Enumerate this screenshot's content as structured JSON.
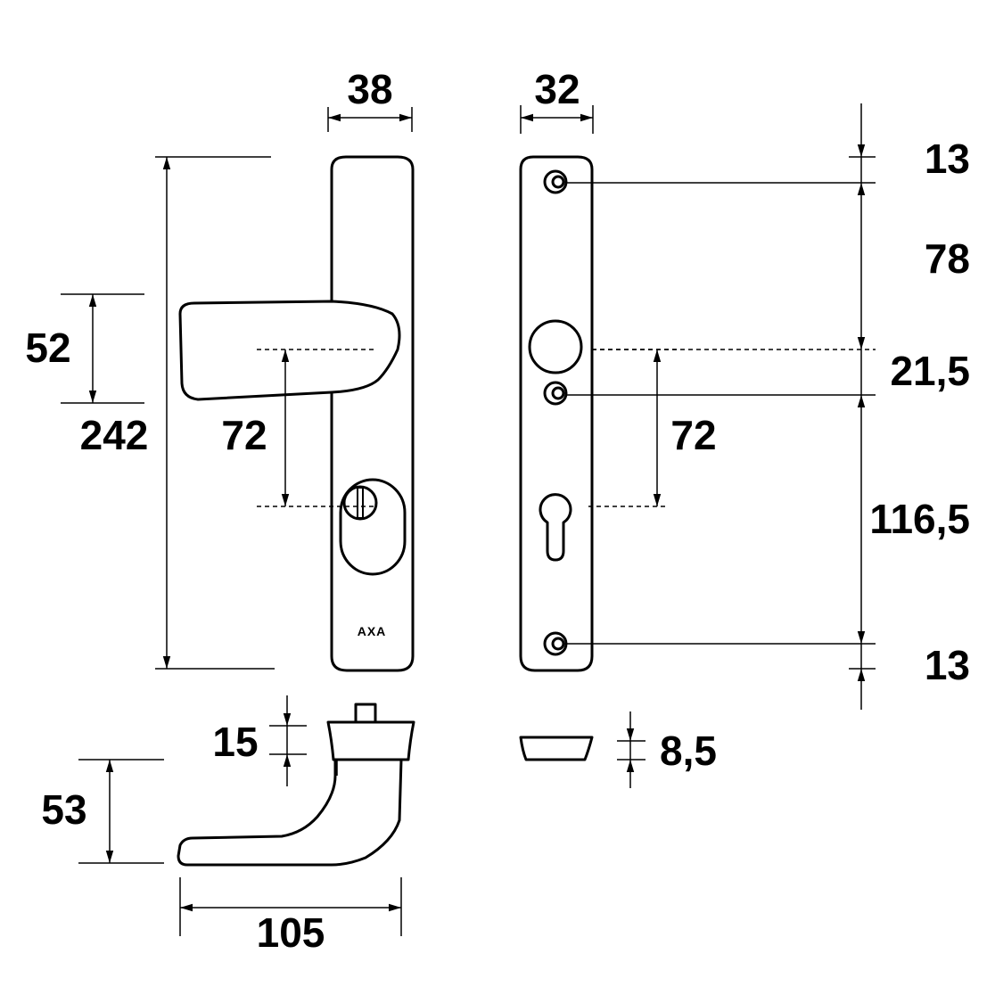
{
  "dimensions": {
    "plate_front_width": "38",
    "plate_side_width": "32",
    "handle_height": "52",
    "plate_height": "242",
    "front_spindle_to_cylinder": "72",
    "side_spindle_to_cylinder": "72",
    "top_edge_to_screw": "13",
    "screw_to_spindle": "78",
    "spindle_to_screw": "21,5",
    "screw_to_bottom_screw": "116,5",
    "bottom_screw_to_edge": "13",
    "rose_height": "15",
    "handle_projection": "53",
    "handle_length": "105",
    "plate_thickness": "8,5"
  },
  "branding": {
    "logo_text": "AXA"
  }
}
